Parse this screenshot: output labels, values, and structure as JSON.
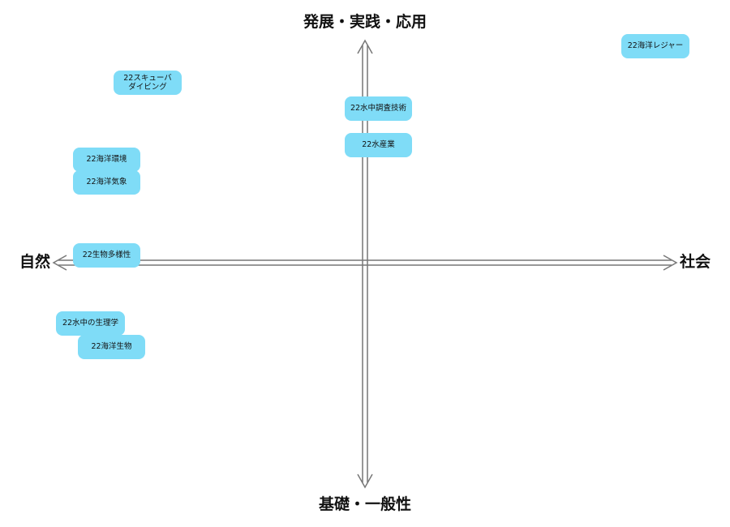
{
  "axes": {
    "top": "発展・実践・応用",
    "bottom": "基礎・一般性",
    "left": "自然",
    "right": "社会"
  },
  "nodes": [
    {
      "id": "n1",
      "label": "22海洋レジャー"
    },
    {
      "id": "n2",
      "label": "22スキューバ\nダイビング"
    },
    {
      "id": "n3",
      "label": "22水中調査技術"
    },
    {
      "id": "n4",
      "label": "22水産業"
    },
    {
      "id": "n5",
      "label": "22海洋環境"
    },
    {
      "id": "n6",
      "label": "22海洋気象"
    },
    {
      "id": "n7",
      "label": "22生物多様性"
    },
    {
      "id": "n8",
      "label": "22水中の生理学"
    },
    {
      "id": "n9",
      "label": "22海洋生物"
    }
  ],
  "colors": {
    "node_fill": "#7fdcf7",
    "axis_stroke": "#777777",
    "text": "#111111"
  }
}
